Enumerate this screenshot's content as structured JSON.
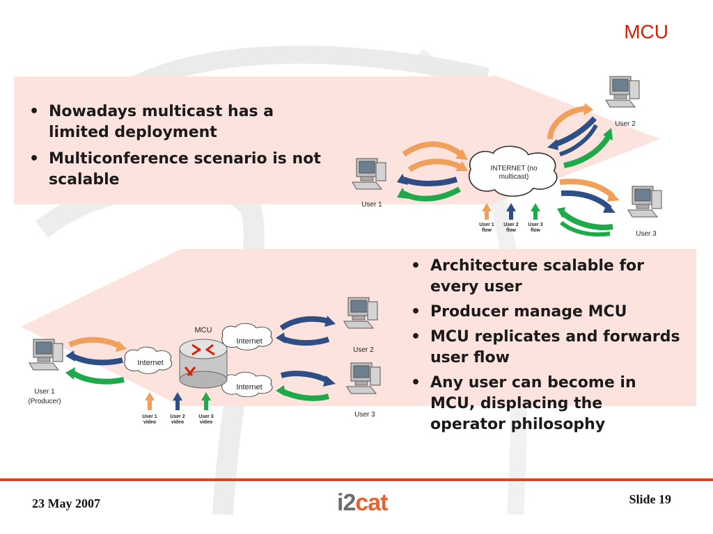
{
  "slide_title": "MCU",
  "top_section": {
    "bullets": [
      "Nowadays multicast has a limited deployment",
      "Multiconference scenario is not scalable"
    ],
    "diagram": {
      "cloud_label": "INTERNET (no multicast)",
      "users": [
        "User 1",
        "User 2",
        "User 3"
      ],
      "flows": [
        "User 1 flow",
        "User 2 flow",
        "User 3 flow"
      ]
    }
  },
  "bottom_section": {
    "bullets": [
      "Architecture scalable for every user",
      "Producer manage MCU",
      "MCU replicates and forwards user flow",
      "Any user can become in MCU, displacing the operator philosophy"
    ],
    "diagram": {
      "mcu_label": "MCU",
      "internet_label": "Internet",
      "user1_label": "User 1",
      "producer_label": "(Producer)",
      "user2_label": "User 2",
      "user3_label": "User 3",
      "videos": [
        "User 1 video",
        "User 2 video",
        "User 3 video"
      ]
    }
  },
  "footer": {
    "date": "23 May 2007",
    "slide_number": "Slide 19",
    "logo_prefix": "i2",
    "logo_suffix": "cat"
  },
  "colors": {
    "accent": "#d81e05",
    "band": "#fde3dd",
    "arrow_orange": "#f0a05a",
    "arrow_blue": "#2d4f86",
    "arrow_green": "#1eaa4a"
  }
}
